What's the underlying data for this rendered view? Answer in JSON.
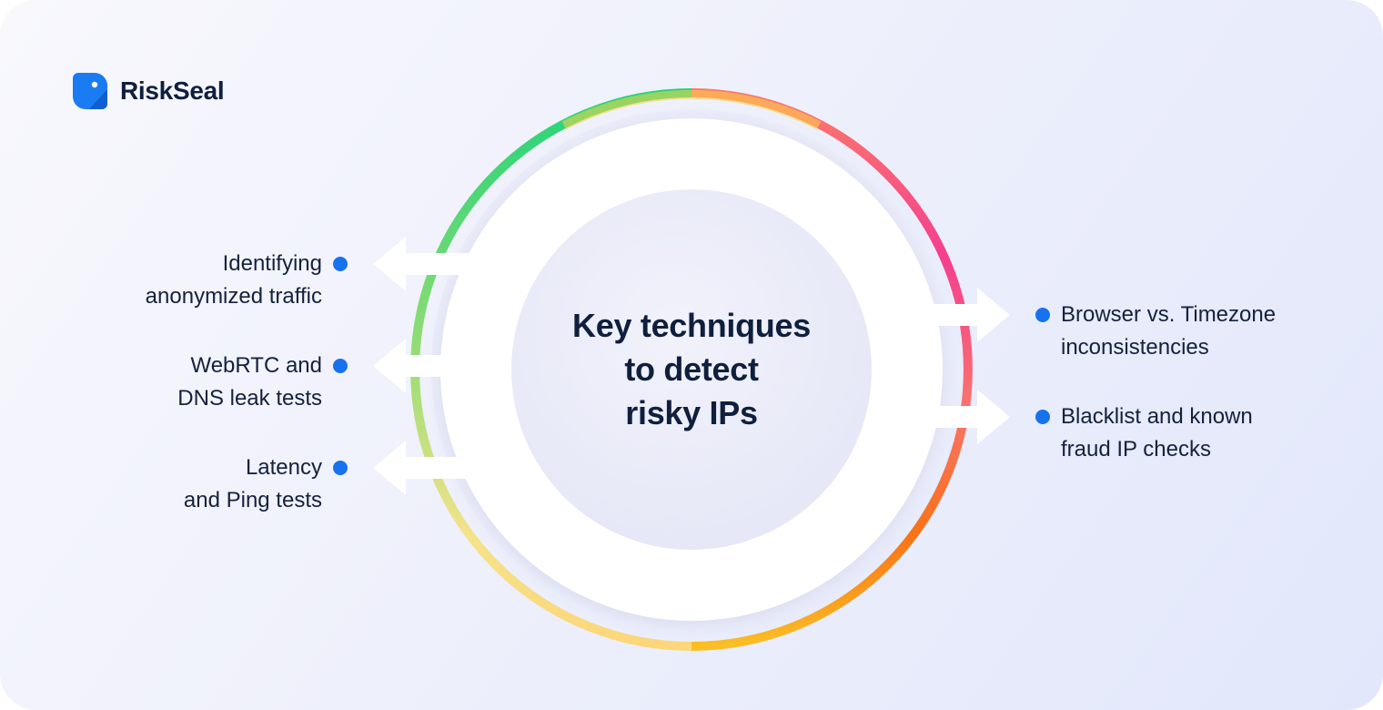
{
  "brand": {
    "name": "RiskSeal",
    "icon": "riskseal-logo-icon"
  },
  "center_title": {
    "lines": [
      "Key techniques",
      "to detect",
      "risky IPs"
    ]
  },
  "left_items": [
    {
      "lines": [
        "Identifying",
        "anonymized traffic"
      ]
    },
    {
      "lines": [
        "WebRTC and",
        "DNS leak tests"
      ]
    },
    {
      "lines": [
        "Latency",
        "and Ping tests"
      ]
    }
  ],
  "right_items": [
    {
      "lines": [
        "Browser vs. Timezone",
        "inconsistencies"
      ]
    },
    {
      "lines": [
        "Blacklist and known",
        "fraud IP checks"
      ]
    }
  ],
  "colors": {
    "accent_blue": "#1872ee",
    "text_dark": "#0f1f3d",
    "ring_gradient": [
      "#2bd97a",
      "#9bd96b",
      "#fde57a",
      "#fbbf24",
      "#f97316",
      "#f43f8e",
      "#f87171",
      "#fcd34d"
    ]
  }
}
